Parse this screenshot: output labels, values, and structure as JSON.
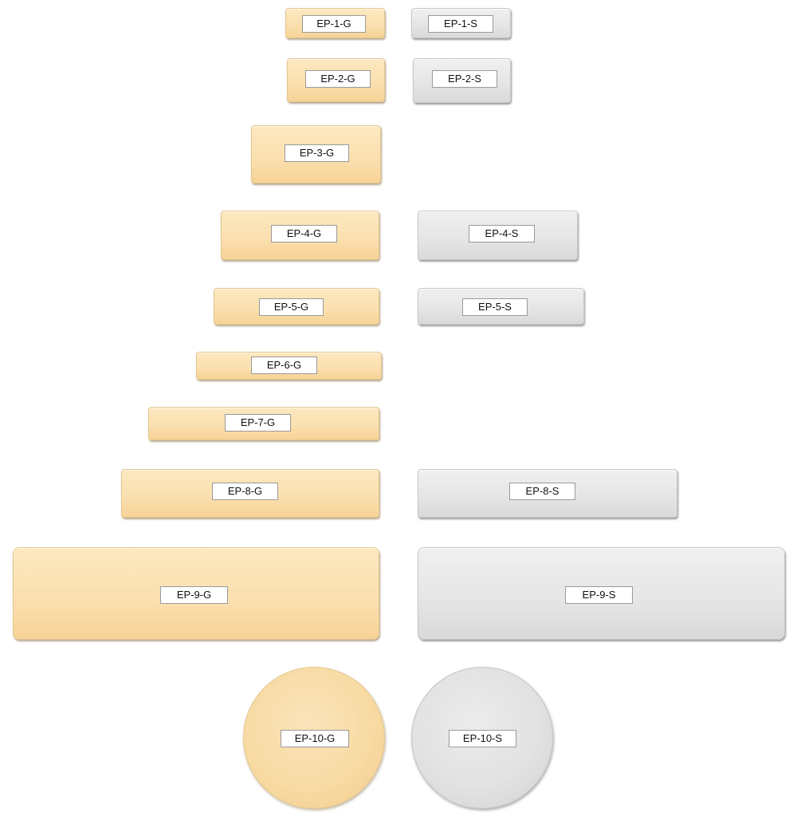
{
  "plates": [
    {
      "id": "ep1g",
      "label": "EP-1-G",
      "material": "gold"
    },
    {
      "id": "ep1s",
      "label": "EP-1-S",
      "material": "silver"
    },
    {
      "id": "ep2g",
      "label": "EP-2-G",
      "material": "gold"
    },
    {
      "id": "ep2s",
      "label": "EP-2-S",
      "material": "silver"
    },
    {
      "id": "ep3g",
      "label": "EP-3-G",
      "material": "gold"
    },
    {
      "id": "ep4g",
      "label": "EP-4-G",
      "material": "gold"
    },
    {
      "id": "ep4s",
      "label": "EP-4-S",
      "material": "silver"
    },
    {
      "id": "ep5g",
      "label": "EP-5-G",
      "material": "gold"
    },
    {
      "id": "ep5s",
      "label": "EP-5-S",
      "material": "silver"
    },
    {
      "id": "ep6g",
      "label": "EP-6-G",
      "material": "gold"
    },
    {
      "id": "ep7g",
      "label": "EP-7-G",
      "material": "gold"
    },
    {
      "id": "ep8g",
      "label": "EP-8-G",
      "material": "gold"
    },
    {
      "id": "ep8s",
      "label": "EP-8-S",
      "material": "silver"
    },
    {
      "id": "ep9g",
      "label": "EP-9-G",
      "material": "gold"
    },
    {
      "id": "ep9s",
      "label": "EP-9-S",
      "material": "silver"
    },
    {
      "id": "ep10g",
      "label": "EP-10-G",
      "material": "gold"
    },
    {
      "id": "ep10s",
      "label": "EP-10-S",
      "material": "silver"
    }
  ],
  "colors": {
    "gold": "#fbe0b0",
    "silver": "#e6e6e6",
    "label_background": "#ffffff",
    "label_border": "#9a9a9a"
  }
}
